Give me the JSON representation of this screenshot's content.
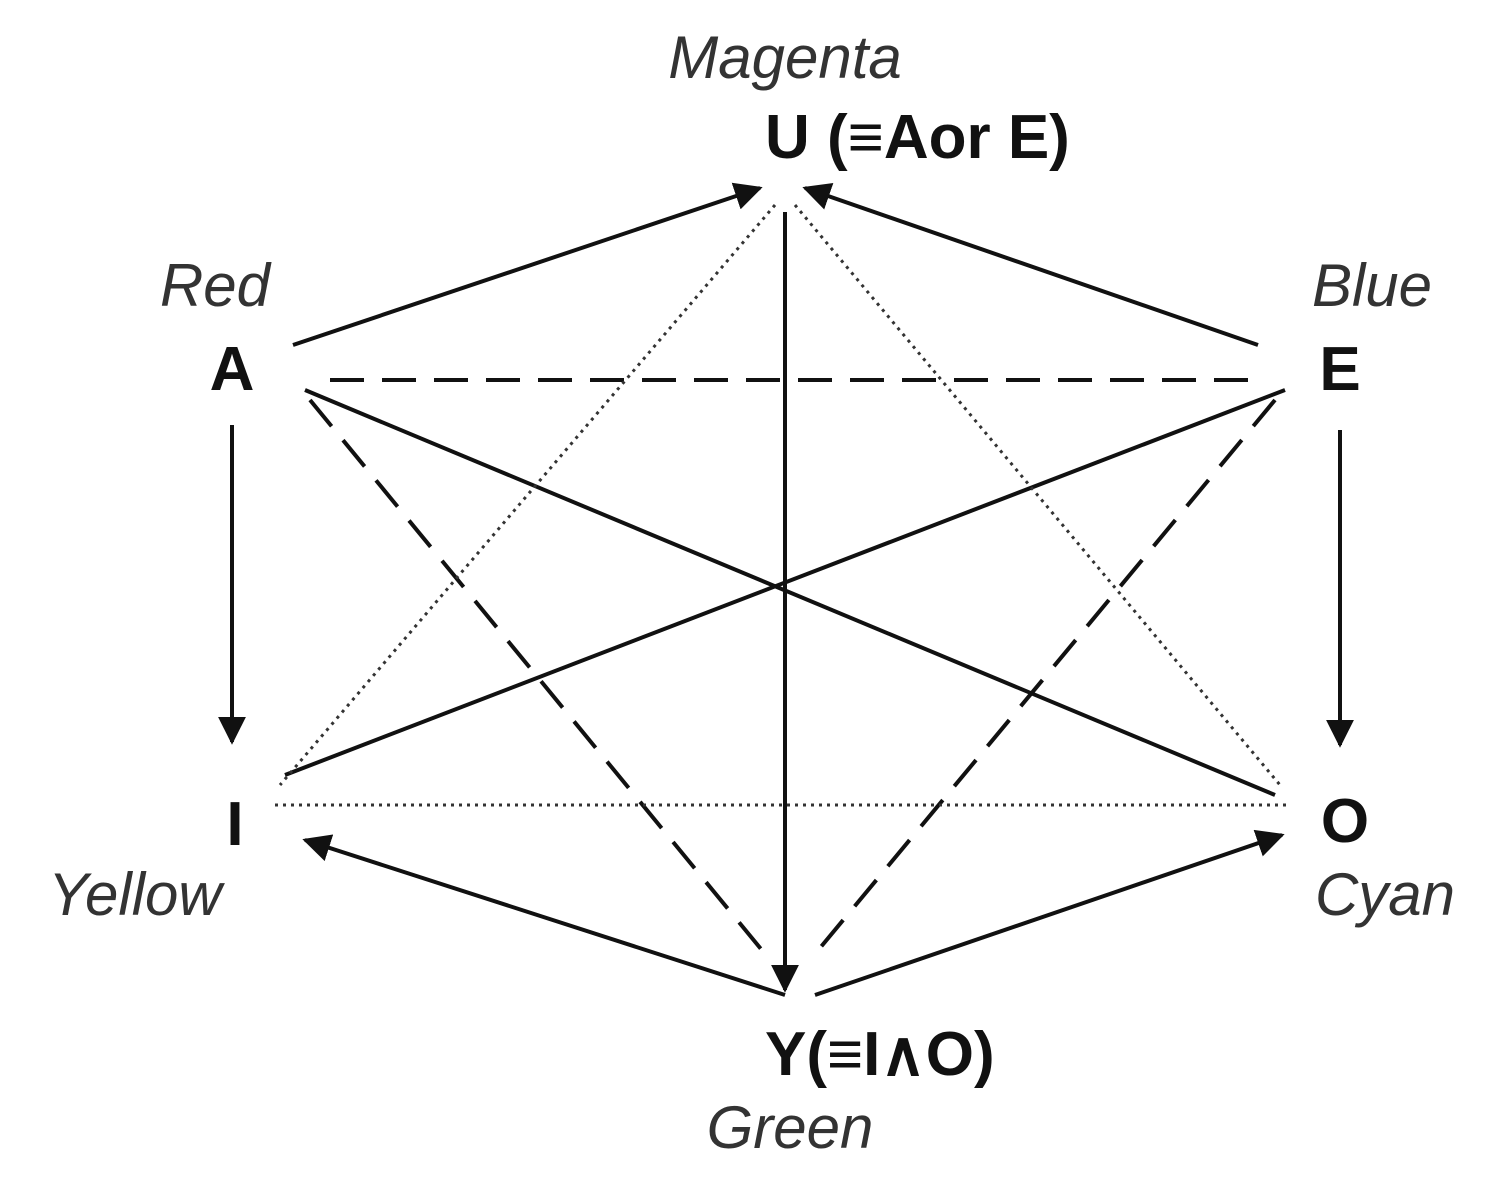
{
  "nodes": {
    "U": {
      "label": "U (≡Aor E)",
      "color_name": "Magenta"
    },
    "A": {
      "label": "A",
      "color_name": "Red"
    },
    "E": {
      "label": "E",
      "color_name": "Blue"
    },
    "I": {
      "label": "I",
      "color_name": "Yellow"
    },
    "O": {
      "label": "O",
      "color_name": "Cyan"
    },
    "Y": {
      "label": "Y(≡I∧O)",
      "color_name": "Green"
    }
  }
}
